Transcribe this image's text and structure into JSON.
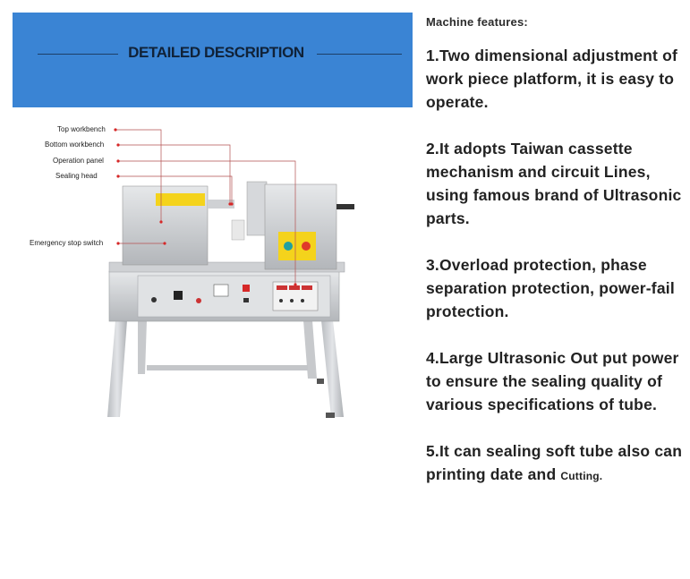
{
  "banner": {
    "title": "DETAILED DESCRIPTION"
  },
  "diagram": {
    "labels": {
      "top_workbench": "Top workbench",
      "bottom_workbench": "Bottom workbench",
      "operation_panel": "Operation panel",
      "sealing_head": "Sealing head",
      "emergency_stop": "Emergency stop switch"
    },
    "colors": {
      "marker": "#d62828",
      "line": "#b45050"
    }
  },
  "features": {
    "heading": "Machine features:",
    "items": [
      {
        "text": "1.Two dimensional adjustment of work piece platform, it is easy to operate."
      },
      {
        "text": "2.It adopts Taiwan cassette mechanism and circuit Lines, using famous brand of Ultrasonic parts."
      },
      {
        "text": "3.Overload protection, phase separation protection, power-fail protection."
      },
      {
        "text": "4.Large Ultrasonic Out put power to ensure the sealing quality of various specifications of tube."
      },
      {
        "text": "5.It can sealing soft tube also can printing date and ",
        "tail": "Cutting."
      }
    ]
  }
}
